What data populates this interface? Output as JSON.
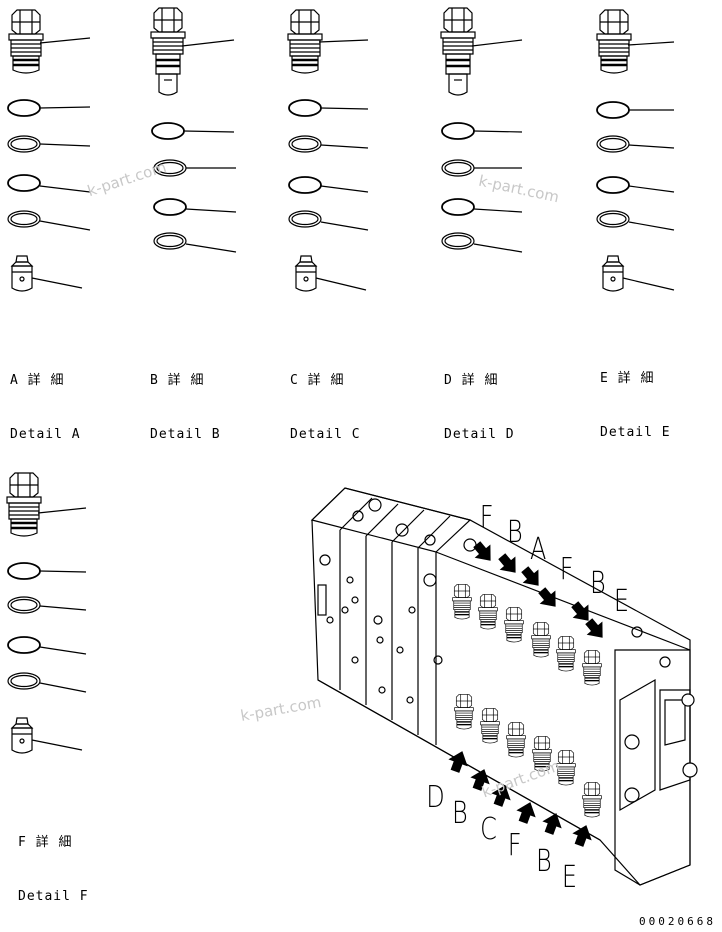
{
  "details": [
    {
      "id": "A",
      "jp": "A 詳 細",
      "en": "Detail A"
    },
    {
      "id": "B",
      "jp": "B 詳 細",
      "en": "Detail B"
    },
    {
      "id": "C",
      "jp": "C 詳 細",
      "en": "Detail C"
    },
    {
      "id": "D",
      "jp": "D 詳 細",
      "en": "Detail D"
    },
    {
      "id": "E",
      "jp": "E 詳 細",
      "en": "Detail E"
    },
    {
      "id": "F",
      "jp": "F 詳 細",
      "en": "Detail F"
    }
  ],
  "watermark": "k-part.com",
  "top_arrow_labels": [
    "F",
    "B",
    "A",
    "F",
    "B",
    "E"
  ],
  "bottom_arrow_labels": [
    "D",
    "B",
    "C",
    "F",
    "B",
    "E"
  ],
  "drawing_number": "00020668"
}
